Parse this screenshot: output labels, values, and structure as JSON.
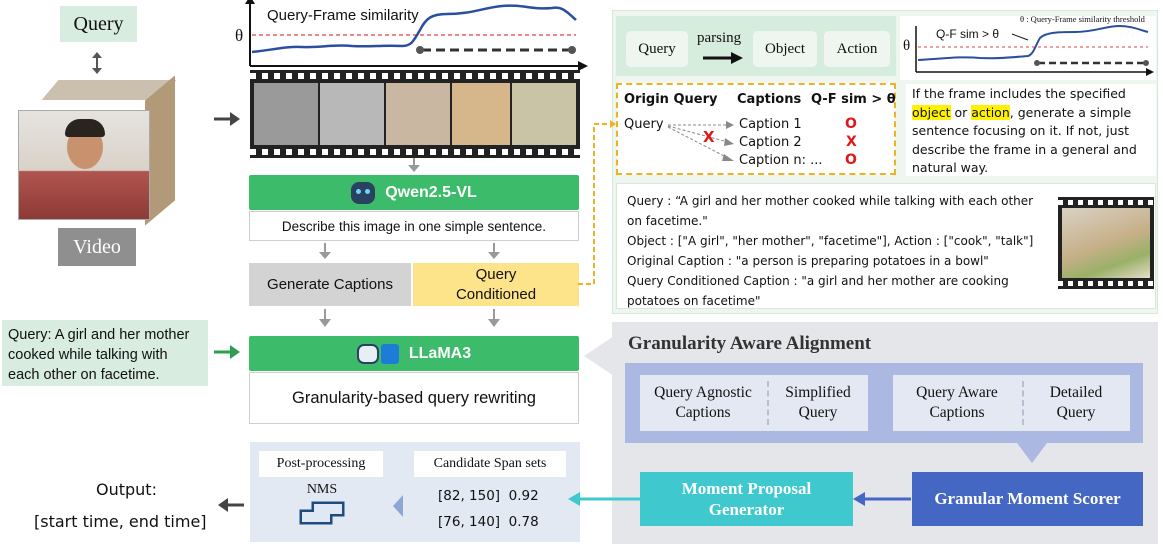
{
  "left": {
    "query_label": "Query",
    "video_label": "Video",
    "query_text": "Query: A girl and her mother cooked while talking with each other on facetime."
  },
  "chart_top": {
    "title": "Query-Frame similarity",
    "theta": "θ"
  },
  "qwen": {
    "name": "Qwen2.5-VL",
    "prompt": "Describe this image in one simple sentence.",
    "gen_captions": "Generate Captions",
    "query_conditioned": "Query Conditioned"
  },
  "llama": {
    "name": "LLaMA3",
    "desc": "Granularity-based query rewriting"
  },
  "parsing": {
    "query": "Query",
    "parsing": "parsing",
    "object": "Object",
    "action": "Action"
  },
  "chart_right": {
    "legend": "θ : Query-Frame similarity threshold",
    "label": "Q-F sim > θ",
    "theta": "θ"
  },
  "caption_table": {
    "h_origin": "Origin Query",
    "h_captions": "Captions",
    "h_sim": "Q-F sim > θ",
    "query": "Query",
    "rows": [
      {
        "caption": "Caption 1",
        "mark": "O"
      },
      {
        "caption": "Caption 2",
        "mark": "X"
      },
      {
        "caption": "Caption n: ...",
        "mark": "O"
      }
    ],
    "cross": "X"
  },
  "instruction": {
    "t1": "If the frame includes the specified ",
    "object": "object",
    "t2": " or ",
    "action": "action",
    "t3": ", generate a simple sentence focusing on it. If not, just describe the frame in a general and natural way."
  },
  "example": {
    "line1": "Query : “A girl and her mother cooked while talking with each other on facetime.\"",
    "line2": "Object : [\"A girl\", \"her mother\", \"facetime\"],   Action : [\"cook\", \"talk\"]",
    "line3": "Original Caption : \"a person is preparing potatoes in a bowl\"",
    "line4": "Query Conditioned Caption : \"a girl and her mother are cooking potatoes on facetime\""
  },
  "gaa": {
    "title": "Granularity Aware Alignment",
    "qa_caps": "Query Agnostic Captions",
    "simplified": "Simplified Query",
    "qaw_caps": "Query Aware Captions",
    "detailed": "Detailed Query",
    "scorer": "Granular Moment Scorer",
    "generator": "Moment Proposal Generator"
  },
  "post": {
    "title": "Post-processing",
    "nms": "NMS",
    "cand_title": "Candidate Span sets",
    "spans": [
      {
        "span": "[82, 150]",
        "score": "0.92"
      },
      {
        "span": "[76, 140]",
        "score": "0.78"
      }
    ]
  },
  "output": {
    "label": "Output:",
    "value": "[start time, end time]"
  },
  "colors": {
    "green": "#3cbb6a",
    "blue_dark": "#4467c4",
    "teal": "#3fc9cf",
    "yellow": "#fde48a"
  }
}
